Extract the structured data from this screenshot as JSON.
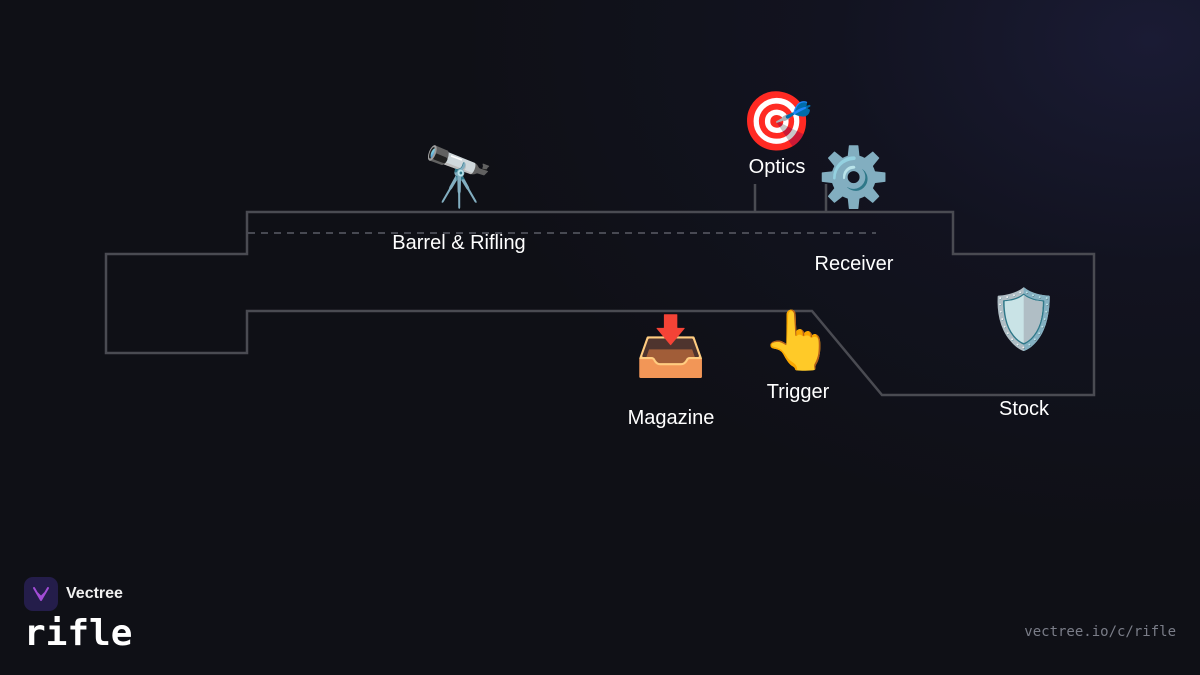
{
  "colors": {
    "outline": "#4a4b52",
    "dashes": "#5a5c66",
    "brand_badge": "#241d4a",
    "brand_mark": "#a24cd6"
  },
  "parts": [
    {
      "id": "barrel",
      "emoji": "🔭",
      "label": "Barrel & Rifling",
      "icon_name": "telescope-icon"
    },
    {
      "id": "optics",
      "emoji": "🎯",
      "label": "Optics",
      "icon_name": "target-icon"
    },
    {
      "id": "receiver",
      "emoji": "⚙️",
      "label": "Receiver",
      "icon_name": "gear-icon"
    },
    {
      "id": "magazine",
      "emoji": "📥",
      "label": "Magazine",
      "icon_name": "inbox-tray-icon"
    },
    {
      "id": "trigger",
      "emoji": "👆",
      "label": "Trigger",
      "icon_name": "pointing-finger-icon"
    },
    {
      "id": "stock",
      "emoji": "🛡️",
      "label": "Stock",
      "icon_name": "shield-icon"
    }
  ],
  "brand": {
    "name": "Vectree",
    "product": "rifle",
    "icon_name": "vectree-logo-icon"
  },
  "footer": {
    "url": "vectree.io/c/rifle"
  }
}
